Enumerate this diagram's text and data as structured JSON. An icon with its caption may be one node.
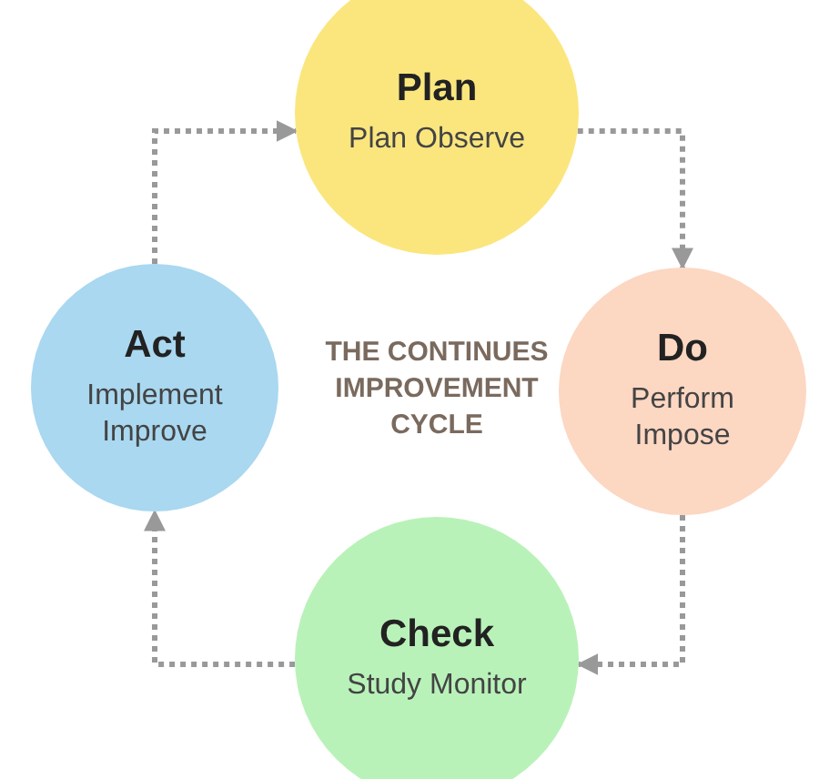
{
  "diagram": {
    "nodes": [
      {
        "text": [
          "Plan",
          "Plan Observe"
        ]
      },
      {
        "text": [
          "Do",
          "Perform Impose"
        ]
      },
      {
        "text": [
          "Check",
          "Study Monitor"
        ]
      },
      {
        "text": [
          "Act",
          "Implement Improve"
        ]
      }
    ],
    "edges": [
      {
        "from": 0,
        "to": 1,
        "arrow": "to",
        "style": "dashed"
      },
      {
        "from": 1,
        "to": 2,
        "arrow": "to",
        "style": "dashed"
      },
      {
        "from": 2,
        "to": 3,
        "arrow": "to",
        "style": "dashed"
      },
      {
        "from": 3,
        "to": 0,
        "arrow": "to",
        "style": "dashed"
      }
    ],
    "labels": [
      "THE CONTINUES IMPROVEMENT CYCLE"
    ]
  }
}
